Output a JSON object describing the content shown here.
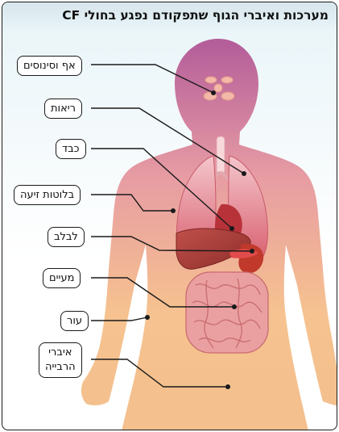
{
  "title": "מערכות ואיברי הגוף שתפקודם נפגע בחולי CF",
  "labels": {
    "nose_sinuses": "אף וסינוסים",
    "lungs": "ריאות",
    "liver": "כבד",
    "sweat_glands": "בלוטות זיעה",
    "pancreas": "לבלב",
    "intestines": "מעיים",
    "skin": "עור",
    "reproductive_line1": "איברי",
    "reproductive_line2": "הרבייה"
  },
  "colors": {
    "body_top": "#b35c9a",
    "body_bottom": "#f6c28f",
    "lungs": "#e07a8a",
    "liver": "#a93d35",
    "intestines": "#e89a9a",
    "stomach": "#c0392b"
  }
}
